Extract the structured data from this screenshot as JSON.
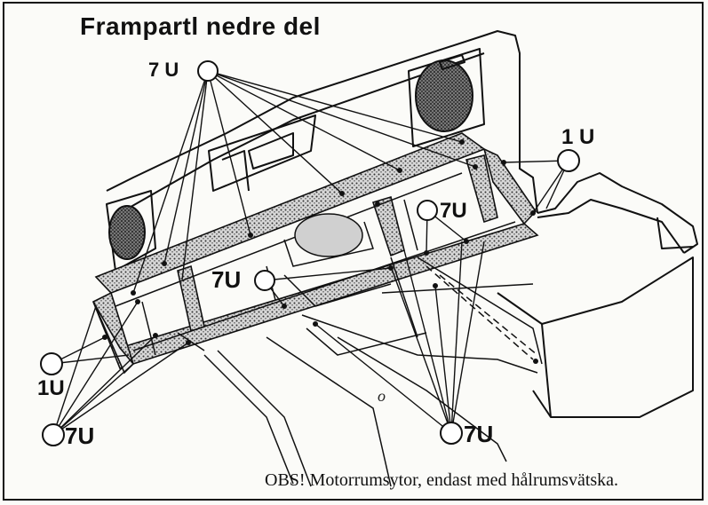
{
  "title": "Frampartl nedre del",
  "labels": {
    "top_7u": "7 U",
    "right_1u": "1 U",
    "mid_right_7u": "7U",
    "center_7u": "7U",
    "left_1u": "1U",
    "bottom_left_7u": "7U",
    "bottom_center_7u": "7U"
  },
  "stray_mark": "o",
  "note": "OBS! Motorrumsytor, endast med hålrumsvätska.",
  "colors": {
    "ink": "#111111",
    "paper": "#fbfbf8",
    "stipple": "#8a8a8a"
  }
}
